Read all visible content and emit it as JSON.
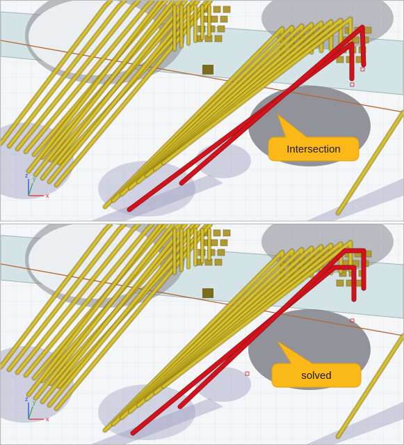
{
  "viewports": [
    {
      "id": "top",
      "callout_text": "Intersection",
      "axis_labels": {
        "z": "z",
        "y": "y",
        "x": "x"
      }
    },
    {
      "id": "bottom",
      "callout_text": "solved",
      "axis_labels": {
        "z": "z",
        "y": "y",
        "x": "x"
      }
    }
  ],
  "colors": {
    "wire_gold": "#c9b21e",
    "wire_gold_light": "#efdf6a",
    "wire_red": "#d4121c",
    "wire_red_dark": "#9c1419",
    "board_plate": "#c9dde0",
    "pad_gray": "#7f7f86",
    "trace_orange": "#b4642e",
    "callout_fill": "#fbb819",
    "axis_x": "#e32b2b",
    "axis_y": "#35b04a",
    "axis_z": "#2a4fd6"
  },
  "icons": {
    "axis_triad": "xyz-axis-triad-icon"
  }
}
